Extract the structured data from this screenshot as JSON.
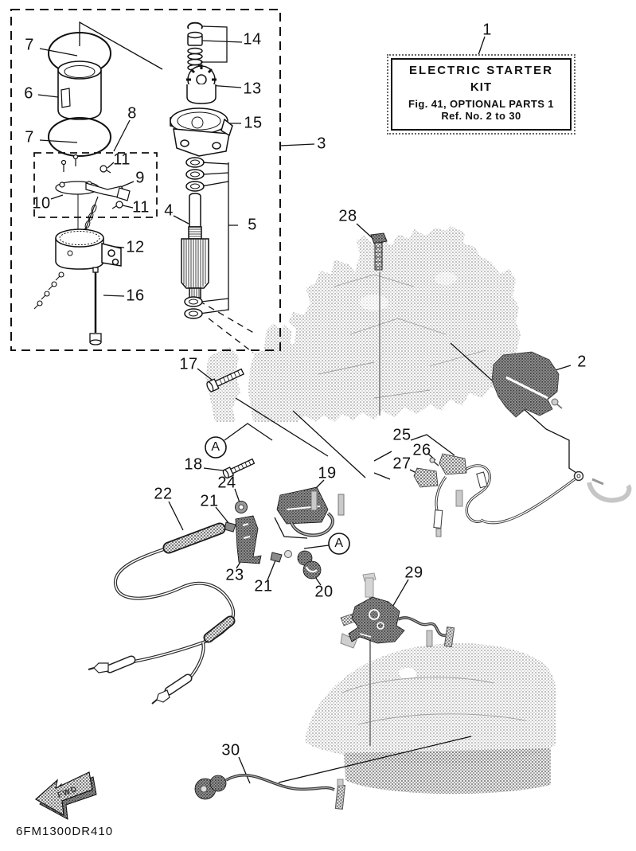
{
  "diagram": {
    "title_box": {
      "line1": "ELECTRIC STARTER",
      "line2": "KIT",
      "line3": "Fig. 41, OPTIONAL PARTS 1",
      "line4": "Ref. No. 2 to 30"
    },
    "drawing_code": "6FM1300DR410",
    "direction_arrow_label": "FWD",
    "colors": {
      "ink": "#111111",
      "halftone_light": "#c8c8c8",
      "halftone_dark": "#8e8e8e"
    },
    "callouts": [
      {
        "label": "1"
      },
      {
        "label": "2"
      },
      {
        "label": "3"
      },
      {
        "label": "4"
      },
      {
        "label": "5"
      },
      {
        "label": "6"
      },
      {
        "label": "7"
      },
      {
        "label": "7"
      },
      {
        "label": "8"
      },
      {
        "label": "9"
      },
      {
        "label": "10"
      },
      {
        "label": "11"
      },
      {
        "label": "11"
      },
      {
        "label": "12"
      },
      {
        "label": "13"
      },
      {
        "label": "14"
      },
      {
        "label": "15"
      },
      {
        "label": "16"
      },
      {
        "label": "17"
      },
      {
        "label": "18"
      },
      {
        "label": "19"
      },
      {
        "label": "20"
      },
      {
        "label": "21"
      },
      {
        "label": "21"
      },
      {
        "label": "22"
      },
      {
        "label": "23"
      },
      {
        "label": "24"
      },
      {
        "label": "25"
      },
      {
        "label": "26"
      },
      {
        "label": "27"
      },
      {
        "label": "28"
      },
      {
        "label": "29"
      },
      {
        "label": "30"
      },
      {
        "label": "A"
      },
      {
        "label": "A"
      }
    ]
  }
}
